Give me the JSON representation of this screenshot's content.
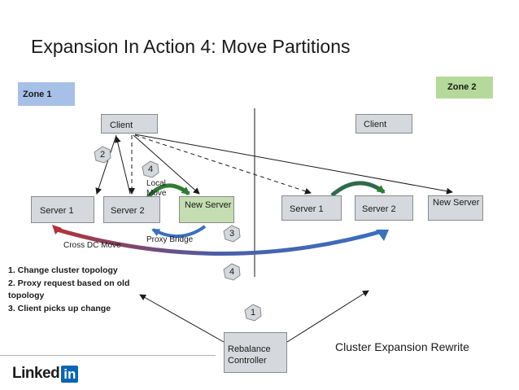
{
  "title": "Expansion In Action 4: Move Partitions",
  "zones": {
    "zone1": "Zone 1",
    "zone2": "Zone 2"
  },
  "colors": {
    "zone1": "#a7c0e8",
    "zone2": "#b4d99a",
    "server": "#d5d8dc",
    "new_server": "#c4deb1",
    "move_arrow": "#2e7d32",
    "proxy_arrow": "#3b6fbf",
    "cross_dc_arrow": "#7a1a1a",
    "badge": "#d5d8dc"
  },
  "nodes": {
    "client_zone1": "Client",
    "client_zone2": "Client",
    "server1_zone1": "Server 1",
    "server2_zone1": "Server 2",
    "new_server_zone1": "New Server",
    "server1_zone2": "Server 1",
    "server2_zone2": "Server 2",
    "new_server_zone2": "New Server",
    "rebalance_controller": "Rebalance Controller"
  },
  "badges": {
    "b1": "1",
    "b2": "2",
    "b3": "3",
    "b4_top": "4",
    "b4_bottom": "4"
  },
  "labels": {
    "local_move": "Local Move",
    "proxy_bridge": "Proxy Bridge",
    "cross_dc_move": "Cross DC Move"
  },
  "steps": [
    "1. Change cluster topology",
    "2. Proxy request based on old topology",
    "3. Client picks up change"
  ],
  "caption": "Cluster Expansion Rewrite",
  "logo": {
    "text": "Linked",
    "box": "in"
  }
}
